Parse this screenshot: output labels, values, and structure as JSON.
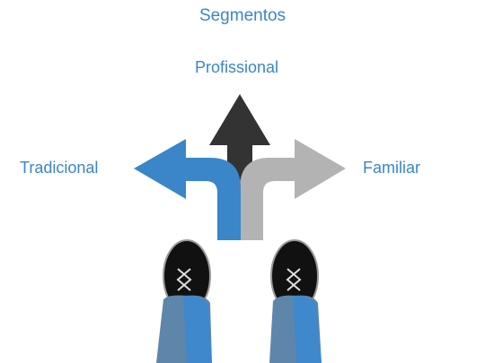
{
  "title": "Segmentos",
  "options": {
    "up": "Profissional",
    "left": "Tradicional",
    "right": "Familiar"
  },
  "colors": {
    "text": "#3a86c8",
    "arrow_up": "#333333",
    "arrow_left": "#3a86c8",
    "arrow_right": "#b3b3b3",
    "shoe": "#111111",
    "jeans_dark": "#5e86ab",
    "jeans_light": "#3f88cc"
  },
  "icons": {
    "arrows": "crossroads-arrows-icon",
    "feet": "shoes-feet-icon"
  }
}
